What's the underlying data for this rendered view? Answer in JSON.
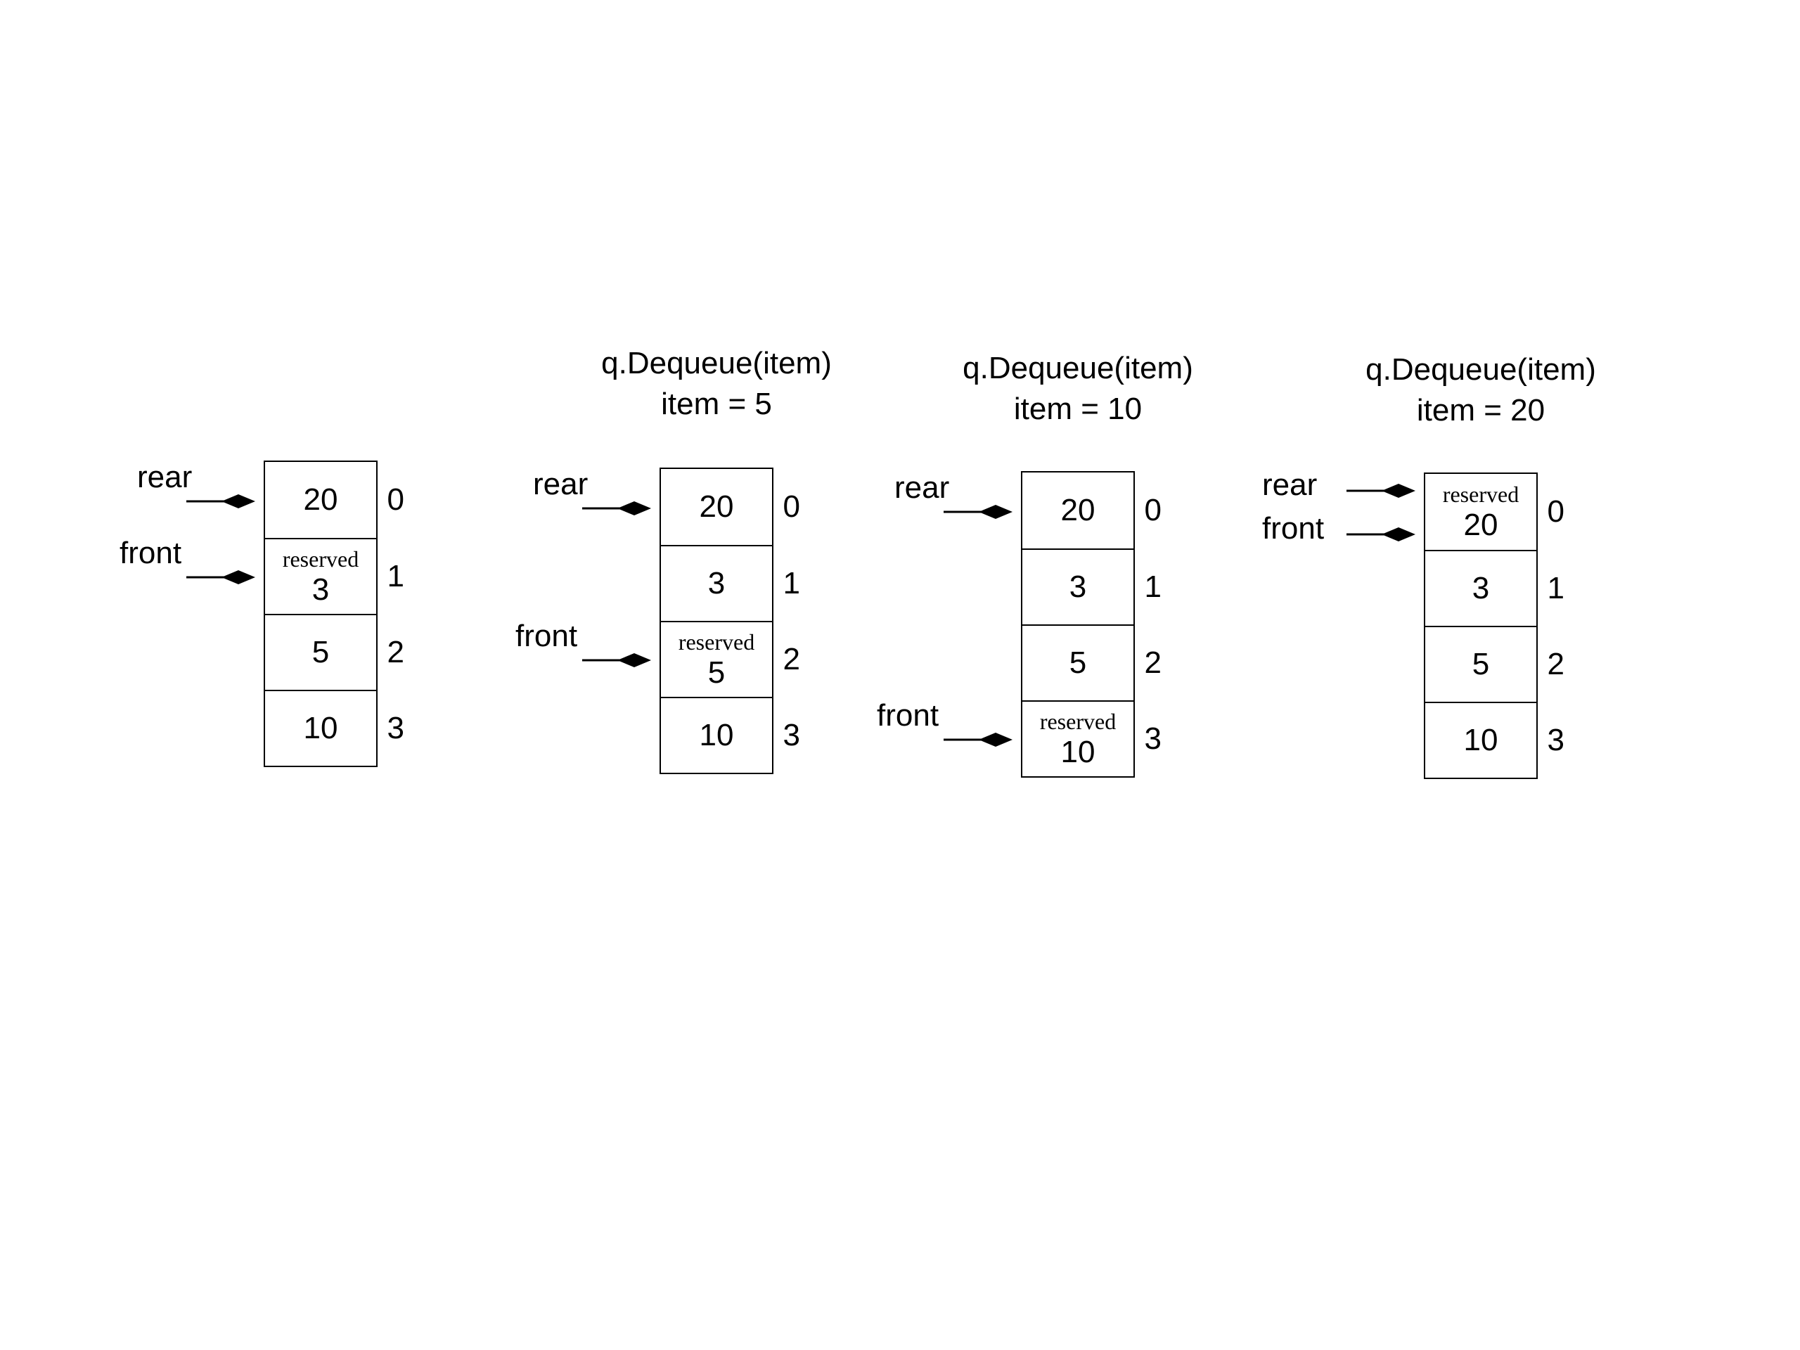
{
  "panels": [
    {
      "caption": [],
      "cells": [
        {
          "value": "20",
          "index": "0",
          "tag": ""
        },
        {
          "value": "3",
          "index": "1",
          "tag": "reserved"
        },
        {
          "value": "5",
          "index": "2",
          "tag": ""
        },
        {
          "value": "10",
          "index": "3",
          "tag": ""
        }
      ],
      "rear": {
        "label": "rear",
        "cell": 0
      },
      "front": {
        "label": "front",
        "cell": 1
      }
    },
    {
      "caption": [
        "q.Dequeue(item)",
        "item = 5"
      ],
      "cells": [
        {
          "value": "20",
          "index": "0",
          "tag": ""
        },
        {
          "value": "3",
          "index": "1",
          "tag": ""
        },
        {
          "value": "5",
          "index": "2",
          "tag": "reserved"
        },
        {
          "value": "10",
          "index": "3",
          "tag": ""
        }
      ],
      "rear": {
        "label": "rear",
        "cell": 0
      },
      "front": {
        "label": "front",
        "cell": 2
      }
    },
    {
      "caption": [
        "q.Dequeue(item)",
        "item = 10"
      ],
      "cells": [
        {
          "value": "20",
          "index": "0",
          "tag": ""
        },
        {
          "value": "3",
          "index": "1",
          "tag": ""
        },
        {
          "value": "5",
          "index": "2",
          "tag": ""
        },
        {
          "value": "10",
          "index": "3",
          "tag": "reserved"
        }
      ],
      "rear": {
        "label": "rear",
        "cell": 0
      },
      "front": {
        "label": "front",
        "cell": 3
      }
    },
    {
      "caption": [
        "q.Dequeue(item)",
        "item = 20"
      ],
      "cells": [
        {
          "value": "20",
          "index": "0",
          "tag": "reserved"
        },
        {
          "value": "3",
          "index": "1",
          "tag": ""
        },
        {
          "value": "5",
          "index": "2",
          "tag": ""
        },
        {
          "value": "10",
          "index": "3",
          "tag": ""
        }
      ],
      "rear": {
        "label": "rear",
        "cell": 0
      },
      "front": {
        "label": "front",
        "cell": 0
      }
    }
  ]
}
